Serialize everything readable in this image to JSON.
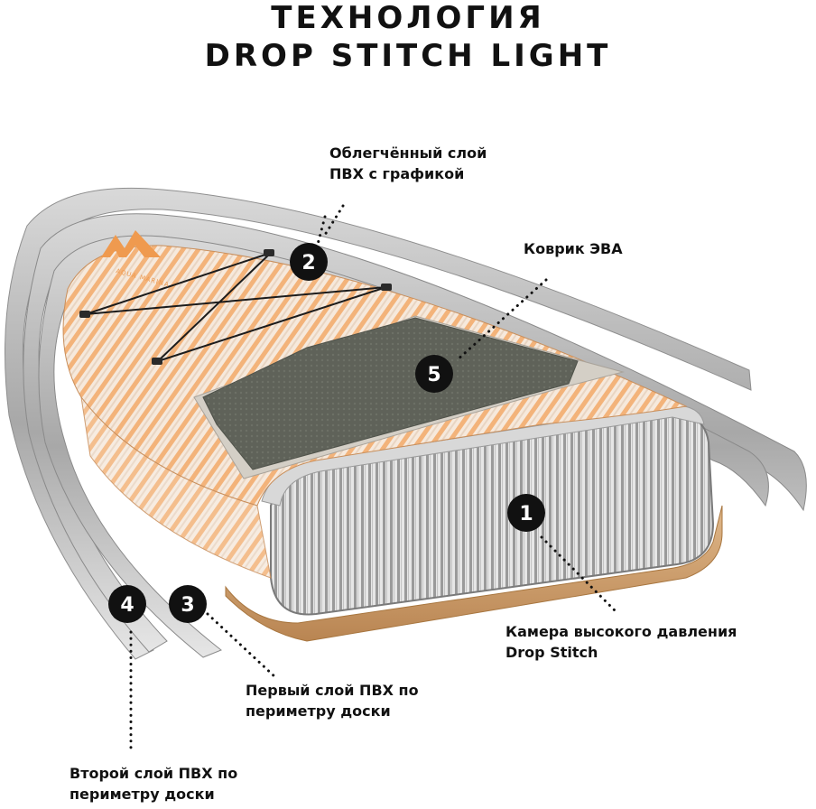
{
  "title": {
    "line1": "ТЕХНОЛОГИЯ",
    "line2": "DROP STITCH LIGHT"
  },
  "logo": {
    "text": "AQUA MARINA"
  },
  "labels": {
    "layer_graphic": {
      "line1": "Облегчённый слой",
      "line2": "ПВХ с графикой"
    },
    "eva_pad": {
      "line1": "Коврик ЭВА"
    },
    "chamber": {
      "line1": "Камера высокого давления",
      "line2": "Drop Stitch"
    },
    "pvc_first": {
      "line1": "Первый слой ПВХ по",
      "line2": "периметру доски"
    },
    "pvc_second": {
      "line1": "Второй слой ПВХ по",
      "line2": "периметру доски"
    }
  },
  "badges": {
    "b1": "1",
    "b2": "2",
    "b3": "3",
    "b4": "4",
    "b5": "5"
  },
  "colors": {
    "orange": "#f0a35a",
    "deck_light": "#f4e6d6",
    "eva_dark": "#5c5f56",
    "eva_light": "#cfcac0",
    "rail_grey": "#b9b9b9",
    "bottom_tan": "#c99a66",
    "badge": "#111111"
  }
}
